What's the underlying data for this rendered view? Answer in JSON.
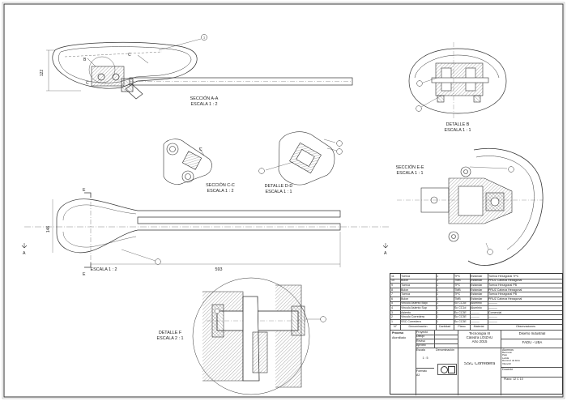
{
  "views": {
    "section_aa": {
      "title": "SECCIÓN A-A",
      "scale": "ESCALA 1 : 2"
    },
    "detail_b": {
      "title": "DETALLE B",
      "scale": "ESCALA 1 : 1"
    },
    "section_cc": {
      "title": "SECCIÓN C-C",
      "scale": "ESCALA 1 : 2"
    },
    "detail_dd": {
      "title": "DETALLE D-D",
      "scale": "ESCALA 1 : 1"
    },
    "section_ee": {
      "title": "SECCIÓN E-E",
      "scale": "ESCALA 1 : 1"
    },
    "main_view": {
      "scale": "ESCALA 1 : 2"
    },
    "detail_f": {
      "title": "DETALLE F",
      "scale": "ESCALA 2 : 1"
    }
  },
  "dimensions": {
    "height_122": "122",
    "width_593": "593",
    "width_146": "146"
  },
  "markers": {
    "a": "A",
    "b": "B",
    "c": "C",
    "e": "E",
    "f": "F",
    "d": "D"
  },
  "balloons": [
    "1",
    "2",
    "3",
    "4",
    "5",
    "6",
    "7",
    "8",
    "9",
    "10"
  ],
  "bom": {
    "rows": [
      {
        "n": "11",
        "name": "Tuerca",
        "qty": "1",
        "mat": "TPC",
        "norm": "Estándar",
        "obs": "Tuerca Hexagonal TPC"
      },
      {
        "n": "10",
        "name": "Bulon",
        "qty": "1",
        "mat": "TMB",
        "norm": "Estándar",
        "obs": "PRUZ Cabeza Hexagonal"
      },
      {
        "n": "9",
        "name": "Tuerca",
        "qty": "1",
        "mat": "TPC",
        "norm": "Estándar",
        "obs": "Tuerca Hexagonal PB"
      },
      {
        "n": "8",
        "name": "Bulon",
        "qty": "1",
        "mat": "TMB",
        "norm": "Estándar",
        "obs": "PRUZ Cabeza Hexagonal"
      },
      {
        "n": "7",
        "name": "Tuerca",
        "qty": "1",
        "mat": "TPC",
        "norm": "Estándar",
        "obs": "Tuerca Hexagonal PB"
      },
      {
        "n": "6",
        "name": "Bulon",
        "qty": "1",
        "mat": "TMB",
        "norm": "Estándar",
        "obs": "PRUZ Cabeza Hexagonal"
      },
      {
        "n": "5",
        "name": "Vinculo Asiento Bajo",
        "qty": "1",
        "mat": "Sc CC3d",
        "norm": "Aluminio",
        "obs": "———"
      },
      {
        "n": "4",
        "name": "Vinculo Asiento Sup",
        "qty": "1",
        "mat": "Sc CC1d",
        "norm": "Aluminio",
        "obs": "———"
      },
      {
        "n": "3",
        "name": "Asiento",
        "qty": "1",
        "mat": "Sc CC3E",
        "norm": "———",
        "obs": "Comercial"
      },
      {
        "n": "2",
        "name": "Vinculo Corredera",
        "qty": "1",
        "mat": "Sc CC3E",
        "norm": "———",
        "obs": "———"
      },
      {
        "n": "1",
        "name": "SSC Corredera",
        "qty": "1",
        "mat": "Sc CC3E",
        "norm": "———",
        "obs": "———"
      }
    ],
    "header": {
      "n": "N°",
      "name": "Denominación",
      "qty": "Cantidad",
      "mat": "Plano",
      "norm": "Material",
      "obs": "Observaciones"
    }
  },
  "title_block": {
    "proceso_label": "Proceso",
    "proceso_value": "Atornillado",
    "roles": [
      "Proyectó",
      "Dibujó",
      "Revisó",
      "Aprobó"
    ],
    "course": "Tecnología III",
    "chair": "Cátedra LOIZAU",
    "year": "Año 2015",
    "discipline": "Diseño Industrial",
    "school": "FADU - UBA",
    "escala_label": "Escala",
    "escala_value": "1 : 5",
    "denominacion_label": "Denominación",
    "drawing_name": "SSC Corredera",
    "alumnos_label": "Alumnos",
    "alumnos_lines": [
      "Bermann",
      "Pato",
      "Ledda",
      "Ramirez de Eiss",
      "Vikovich"
    ],
    "docente_label": "Docente",
    "formato_label": "Formato",
    "formato_value": "A3",
    "plano_label": "Plano: 12 C 10"
  }
}
